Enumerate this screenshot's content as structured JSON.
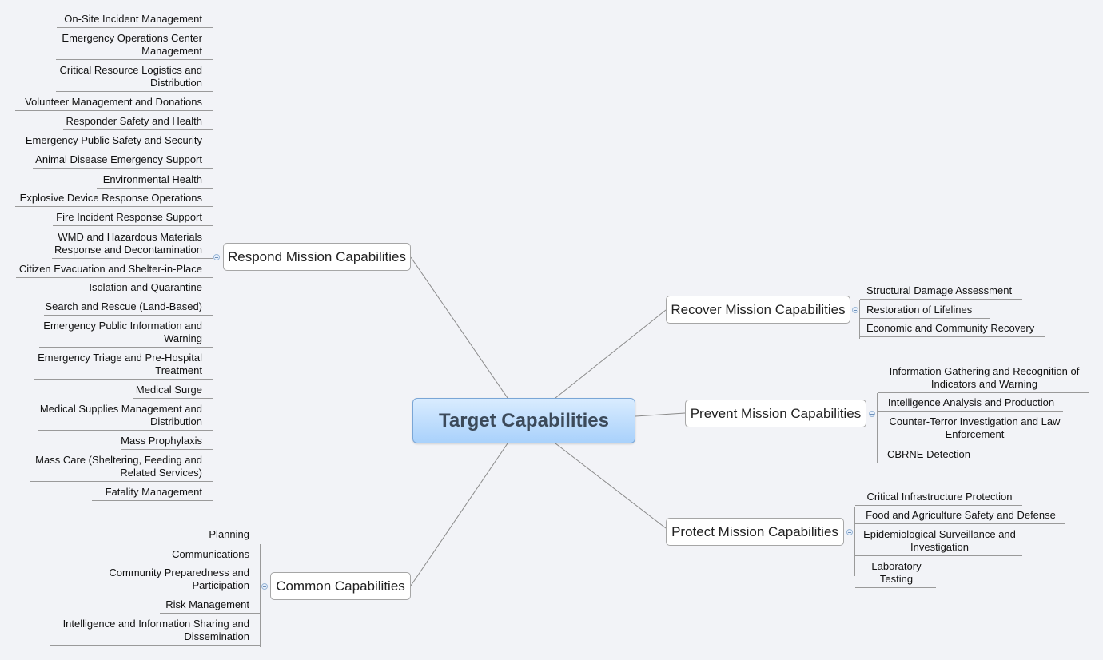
{
  "central": "Target Capabilities",
  "respond": {
    "title": "Respond Mission Capabilities",
    "items": [
      "On-Site Incident Management",
      "Emergency Operations Center\nManagement",
      "Critical Resource Logistics and\nDistribution",
      "Volunteer Management and Donations",
      "Responder Safety and Health",
      "Emergency Public Safety and Security",
      "Animal Disease Emergency Support",
      "Environmental Health",
      "Explosive Device Response Operations",
      "Fire Incident Response Support",
      "WMD and Hazardous Materials\nResponse and Decontamination",
      "Citizen Evacuation and Shelter-in-Place",
      "Isolation and Quarantine",
      "Search and Rescue (Land-Based)",
      "Emergency Public Information and\nWarning",
      "Emergency Triage and Pre-Hospital\nTreatment",
      "Medical Surge",
      "Medical Supplies Management and\nDistribution",
      "Mass Prophylaxis",
      "Mass Care (Sheltering, Feeding and\nRelated Services)",
      "Fatality Management"
    ]
  },
  "common": {
    "title": "Common Capabilities",
    "items": [
      "Planning",
      "Communications",
      "Community Preparedness and\nParticipation",
      "Risk Management",
      "Intelligence and Information Sharing and\nDissemination"
    ]
  },
  "recover": {
    "title": "Recover Mission Capabilities",
    "items": [
      "Structural Damage Assessment",
      "Restoration of Lifelines",
      "Economic and Community Recovery"
    ]
  },
  "prevent": {
    "title": "Prevent Mission Capabilities",
    "items": [
      "Information Gathering and Recognition of\nIndicators and Warning",
      "Intelligence Analysis and Production",
      "Counter-Terror Investigation and Law\nEnforcement",
      "CBRNE Detection"
    ]
  },
  "protect": {
    "title": "Protect Mission Capabilities",
    "items": [
      "Critical Infrastructure Protection",
      "Food and Agriculture Safety and Defense",
      "Epidemiological Surveillance and\nInvestigation",
      "Laboratory Testing"
    ]
  }
}
